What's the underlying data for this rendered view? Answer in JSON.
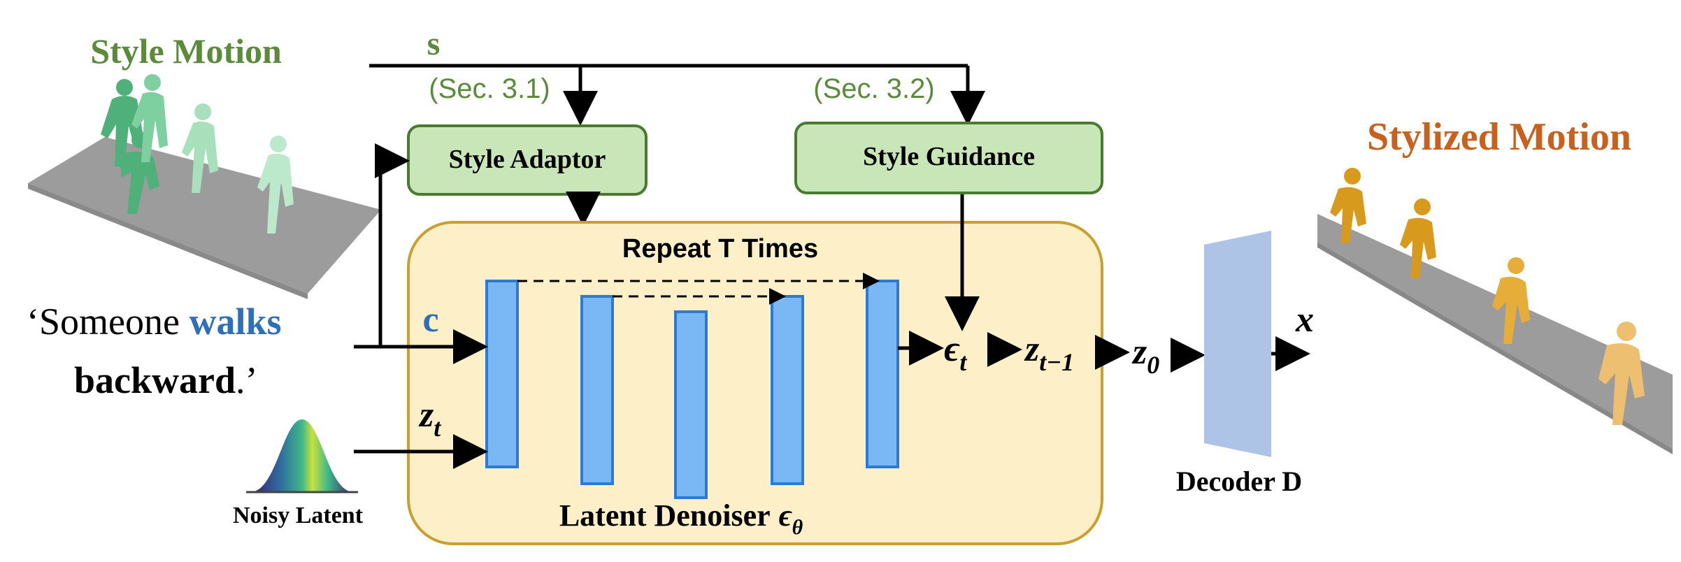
{
  "labels": {
    "style_motion": "Style Motion",
    "s": "s",
    "sec31": "(Sec. 3.1)",
    "sec32": "(Sec. 3.2)",
    "style_adaptor": "Style Adaptor",
    "style_guidance": "Style Guidance",
    "repeat": "Repeat T Times",
    "latent_denoiser": "Latent Denoiser",
    "epsilon_theta": "ϵ",
    "theta_sub": "θ",
    "c": "c",
    "z_t": "z",
    "z_t_sub": "t",
    "eps_t": "ϵ",
    "eps_t_sub": "t",
    "z_tm1": "z",
    "z_tm1_sub": "t−1",
    "z0": "z",
    "z0_sub": "0",
    "x": "x",
    "decoder": "Decoder D",
    "stylized_motion": "Stylized Motion",
    "noisy_latent": "Noisy Latent",
    "prompt_open": "‘Someone ",
    "prompt_walks": "walks",
    "prompt_backward": "backward",
    "prompt_close": ".’"
  },
  "colors": {
    "green_text": "#5a8a3a",
    "orange_text": "#c8601e",
    "blue_text": "#2f6fb8",
    "green_box_fill": "#c8e6b8",
    "green_box_stroke": "#4a7a30",
    "yellow_fill": "#fdf0c8",
    "yellow_stroke": "#c8a030",
    "bar_fill": "#7ab8f5",
    "bar_stroke": "#2e7ad0",
    "decoder_fill": "#aec4e6",
    "style_figure": "#5cc08a",
    "stylized_figure": "#e0a830"
  }
}
